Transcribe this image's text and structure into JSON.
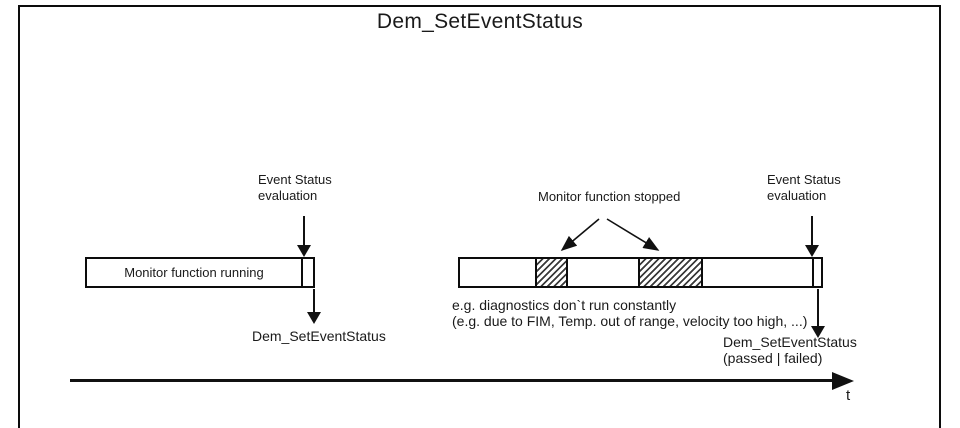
{
  "diagram": {
    "title": "Dem_SetEventStatus",
    "colors": {
      "ink": "#111111",
      "background": "#ffffff",
      "hatch": "#3a3a3a"
    },
    "left_sequence": {
      "evaluation_label": {
        "line1": "Event Status",
        "line2": "evaluation"
      },
      "bar_label": "Monitor function running",
      "callout": "Dem_SetEventStatus"
    },
    "right_sequence": {
      "stopped_label": "Monitor function stopped",
      "evaluation_label": {
        "line1": "Event Status",
        "line2": "evaluation"
      },
      "note": {
        "line1": "e.g. diagnostics don`t run constantly",
        "line2": "(e.g. due to FIM, Temp. out of range, velocity too high, ...)"
      },
      "callout": {
        "line1": "Dem_SetEventStatus",
        "line2": "(passed | failed)"
      }
    },
    "time_axis": {
      "label": "t"
    }
  }
}
